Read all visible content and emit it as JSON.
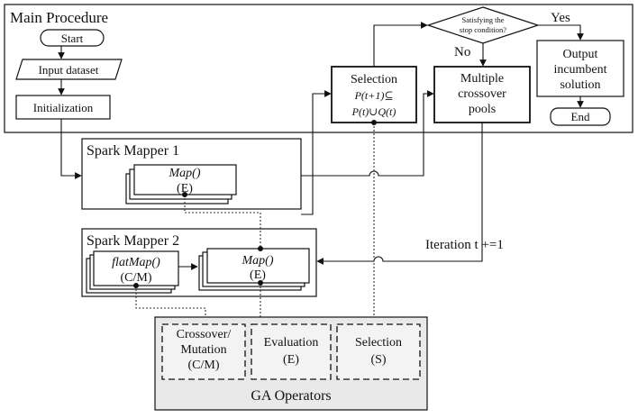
{
  "main_procedure": {
    "title": "Main Procedure",
    "start": "Start",
    "input": "Input dataset",
    "init": "Initialization",
    "selection": {
      "label": "Selection",
      "formula1": "P(t+1)⊆",
      "formula2": "P(t)∪Q(t)"
    },
    "decision": {
      "line1": "Satisfying the",
      "line2": "stop condition?"
    },
    "yes": "Yes",
    "no": "No",
    "crossover": {
      "line1": "Multiple",
      "line2": "crossover",
      "line3": "pools"
    },
    "output": {
      "line1": "Output",
      "line2": "incumbent",
      "line3": "solution"
    },
    "end": "End"
  },
  "mapper1": {
    "title": "Spark Mapper 1",
    "map": "Map()",
    "sub": "(E)"
  },
  "mapper2": {
    "title": "Spark Mapper 2",
    "flatmap": "flatMap()",
    "flatmap_sub": "(C/M)",
    "map": "Map()",
    "map_sub": "(E)"
  },
  "iteration": "Iteration t +=1",
  "ga_operators": {
    "title": "GA Operators",
    "crossover": {
      "line1": "Crossover/",
      "line2": "Mutation",
      "line3": "(C/M)"
    },
    "evaluation": {
      "line1": "Evaluation",
      "line2": "(E)"
    },
    "selection": {
      "line1": "Selection",
      "line2": "(S)"
    }
  }
}
